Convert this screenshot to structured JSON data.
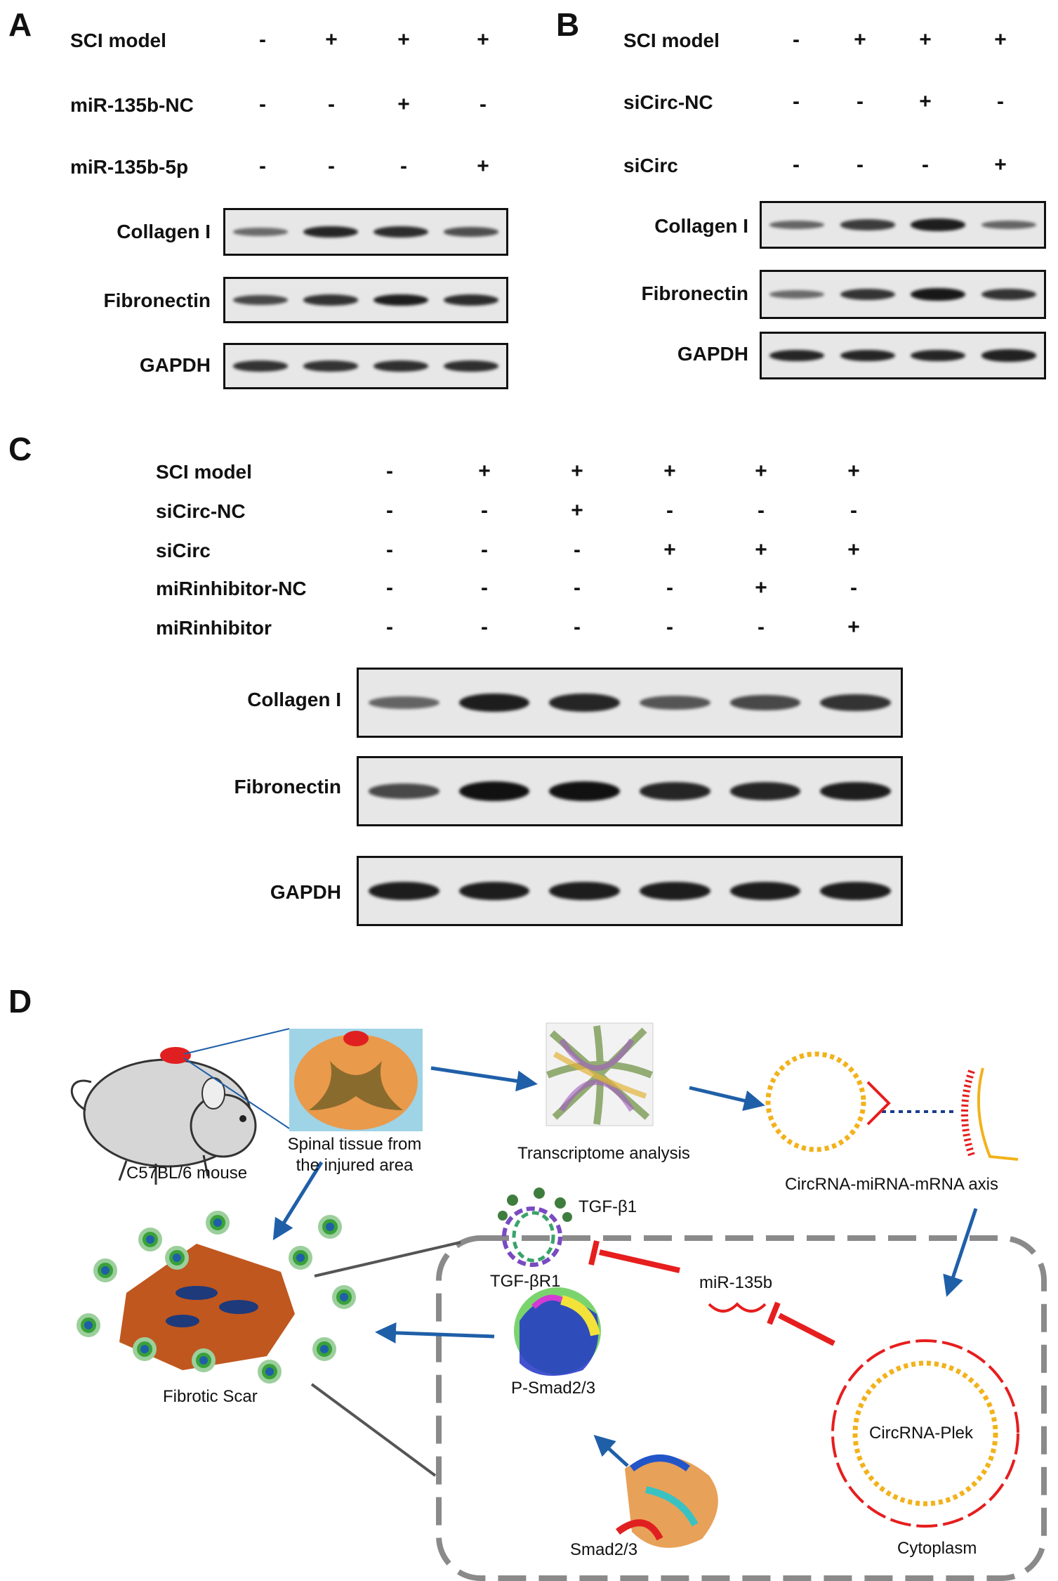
{
  "panels": {
    "A": {
      "letter": "A",
      "rows": [
        {
          "label": "SCI model",
          "signs": [
            "-",
            "+",
            "+",
            "+"
          ]
        },
        {
          "label": "miR-135b-NC",
          "signs": [
            "-",
            "-",
            "+",
            "-"
          ]
        },
        {
          "label": "miR-135b-5p",
          "signs": [
            "-",
            "-",
            "-",
            "+"
          ]
        }
      ],
      "blots": [
        {
          "label": "Collagen I",
          "intensity": [
            0.35,
            0.85,
            0.8,
            0.55
          ]
        },
        {
          "label": "Fibronectin",
          "intensity": [
            0.6,
            0.75,
            0.9,
            0.8
          ]
        },
        {
          "label": "GAPDH",
          "intensity": [
            0.75,
            0.75,
            0.78,
            0.78
          ]
        }
      ]
    },
    "B": {
      "letter": "B",
      "rows": [
        {
          "label": "SCI model",
          "signs": [
            "-",
            "+",
            "+",
            "+"
          ]
        },
        {
          "label": "siCirc-NC",
          "signs": [
            "-",
            "-",
            "+",
            "-"
          ]
        },
        {
          "label": "siCirc",
          "signs": [
            "-",
            "-",
            "-",
            "+"
          ]
        }
      ],
      "blots": [
        {
          "label": "Collagen I",
          "intensity": [
            0.4,
            0.7,
            0.9,
            0.4
          ]
        },
        {
          "label": "Fibronectin",
          "intensity": [
            0.35,
            0.75,
            0.95,
            0.75
          ]
        },
        {
          "label": "GAPDH",
          "intensity": [
            0.85,
            0.85,
            0.85,
            0.88
          ]
        }
      ]
    },
    "C": {
      "letter": "C",
      "rows": [
        {
          "label": "SCI model",
          "signs": [
            "-",
            "+",
            "+",
            "+",
            "+",
            "+"
          ]
        },
        {
          "label": "siCirc-NC",
          "signs": [
            "-",
            "-",
            "+",
            "-",
            "-",
            "-"
          ]
        },
        {
          "label": "siCirc",
          "signs": [
            "-",
            "-",
            "-",
            "+",
            "+",
            "+"
          ]
        },
        {
          "label": "miRinhibitor-NC",
          "signs": [
            "-",
            "-",
            "-",
            "-",
            "+",
            "-"
          ]
        },
        {
          "label": "miRinhibitor",
          "signs": [
            "-",
            "-",
            "-",
            "-",
            "-",
            "+"
          ]
        }
      ],
      "blots": [
        {
          "label": "Collagen I",
          "intensity": [
            0.4,
            0.9,
            0.85,
            0.5,
            0.6,
            0.75
          ]
        },
        {
          "label": "Fibronectin",
          "intensity": [
            0.6,
            1.0,
            1.0,
            0.85,
            0.85,
            0.9
          ]
        },
        {
          "label": "GAPDH",
          "intensity": [
            0.9,
            0.9,
            0.9,
            0.9,
            0.9,
            0.9
          ]
        }
      ]
    },
    "D": {
      "letter": "D",
      "labels": {
        "mouse": "C57BL/6 mouse",
        "spinal": "Spinal tissue from\nthe injured area",
        "transcriptome": "Transcriptome analysis",
        "axis": "CircRNA-miRNA-mRNA axis",
        "tgfb1": "TGF-β1",
        "tgfbr1": "TGF-βR1",
        "mir": "miR-135b",
        "psmad": "P-Smad2/3",
        "circ": "CircRNA-Plek",
        "smad": "Smad2/3",
        "cytoplasm": "Cytoplasm",
        "scar": "Fibrotic Scar"
      },
      "colors": {
        "activation": "#1f5fa8",
        "inhibition": "#e61e1e",
        "circle": "#f2b21c",
        "scar": "#c0571f"
      }
    }
  }
}
